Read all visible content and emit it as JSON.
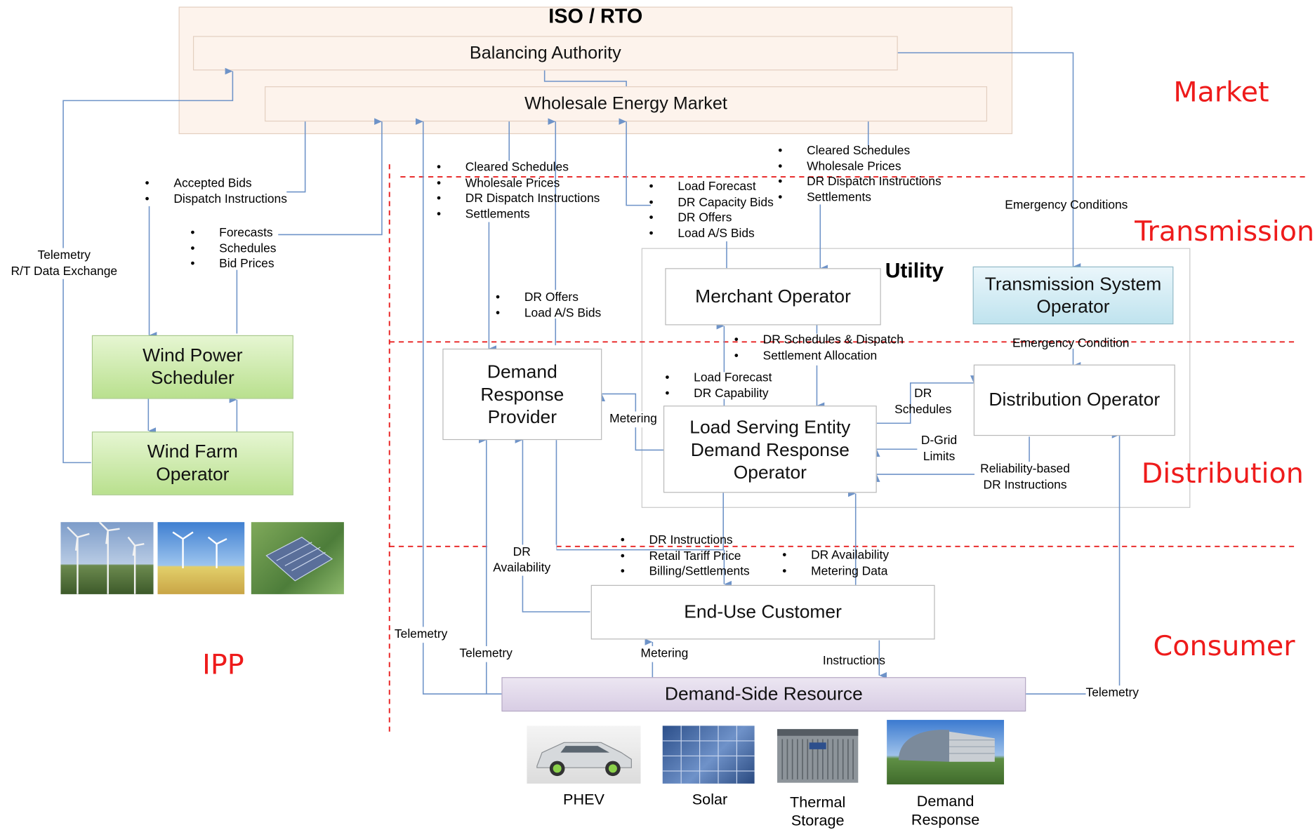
{
  "iso_rto": {
    "title": "ISO / RTO",
    "balancing_authority": "Balancing Authority",
    "wholesale_market": "Wholesale Energy Market"
  },
  "zones": {
    "market": "Market",
    "transmission": "Transmission",
    "distribution": "Distribution",
    "consumer": "Consumer",
    "ipp": "IPP"
  },
  "ipp": {
    "wind_power_scheduler": "Wind Power Scheduler",
    "wind_farm_operator": "Wind Farm Operator",
    "accepted_bids": [
      "Accepted Bids",
      "Dispatch Instructions"
    ],
    "forecasts": [
      "Forecasts",
      "Schedules",
      "Bid Prices"
    ],
    "telemetry": "Telemetry",
    "rt_exchange": "R/T Data Exchange"
  },
  "utility": {
    "title": "Utility",
    "merchant_operator": "Merchant Operator",
    "tso": "Transmission System Operator",
    "distribution_operator": "Distribution Operator",
    "lse_dr_operator": "Load Serving Entity Demand Response Operator"
  },
  "nodes": {
    "drp": "Demand Response Provider",
    "end_use_customer": "End-Use Customer",
    "dsr": "Demand-Side Resource"
  },
  "flows": {
    "drp_from_market": [
      "Cleared Schedules",
      "Wholesale Prices",
      "DR Dispatch Instructions",
      "Settlements"
    ],
    "merchant_from_market": [
      "Cleared Schedules",
      "Wholesale Prices",
      "DR Dispatch Instructions",
      "Settlements"
    ],
    "merchant_to_market": [
      "Load Forecast",
      "DR Capacity Bids",
      "DR Offers",
      "Load A/S Bids"
    ],
    "drp_offers": [
      "DR Offers",
      "Load A/S Bids"
    ],
    "dr_schedules": [
      "DR Schedules & Dispatch",
      "Settlement Allocation"
    ],
    "load_forecast": [
      "Load Forecast",
      "DR Capability"
    ],
    "lse_to_customer": [
      "DR Instructions",
      "Retail Tariff Price",
      "Billing/Settlements"
    ],
    "customer_to_lse": [
      "DR Availability",
      "Metering Data"
    ],
    "emergency_conditions": "Emergency Conditions",
    "emergency_condition": "Emergency Condition",
    "dr_schedules_label": "DR Schedules",
    "dgrid_limits": "D-Grid Limits",
    "reliability": "Reliability-based DR Instructions",
    "metering": "Metering",
    "dr_availability": "DR Availability",
    "telemetry": "Telemetry",
    "instructions": "Instructions"
  },
  "resources": [
    {
      "label": "PHEV",
      "icon": "car-photo"
    },
    {
      "label": "Solar",
      "icon": "solar-panel-photo"
    },
    {
      "label": "Thermal Storage",
      "icon": "hvac-unit-photo"
    },
    {
      "label": "Demand Response",
      "icon": "building-photo"
    }
  ],
  "ipp_photos": [
    "wind-turbines-photo",
    "wind-field-photo",
    "solar-farm-photo"
  ],
  "colors": {
    "zone_label": "#ee1b1b",
    "zone_line": "#e82020",
    "arrow": "#6e93c8",
    "wind_box": "#b9e08e",
    "tso_box": "#bfe3ee",
    "dsr_box": "#d8cde4",
    "iso_bg": "#fdf3ec"
  }
}
